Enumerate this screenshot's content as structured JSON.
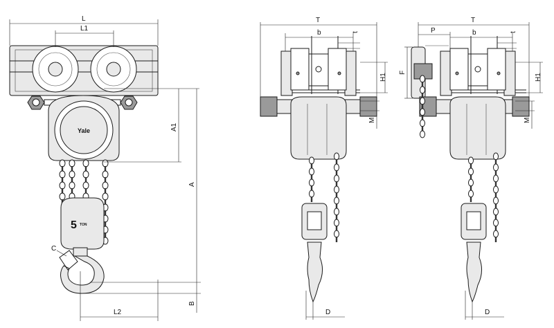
{
  "front_view": {
    "dimensions": {
      "L": "L",
      "L1": "L1",
      "A1": "A1",
      "A": "A",
      "B": "B",
      "L2": "L2",
      "C": "C"
    },
    "brand": "Yale",
    "capacity_number": "5",
    "capacity_unit": "TON"
  },
  "side_view": {
    "dimensions": {
      "T": "T",
      "b": "b",
      "t": "t",
      "H1": "H1",
      "M": "M",
      "D": "D"
    }
  },
  "side_view_geared": {
    "dimensions": {
      "T": "T",
      "P": "P",
      "b": "b",
      "t": "t",
      "F": "F",
      "H1": "H1",
      "M": "M",
      "D": "D"
    }
  }
}
